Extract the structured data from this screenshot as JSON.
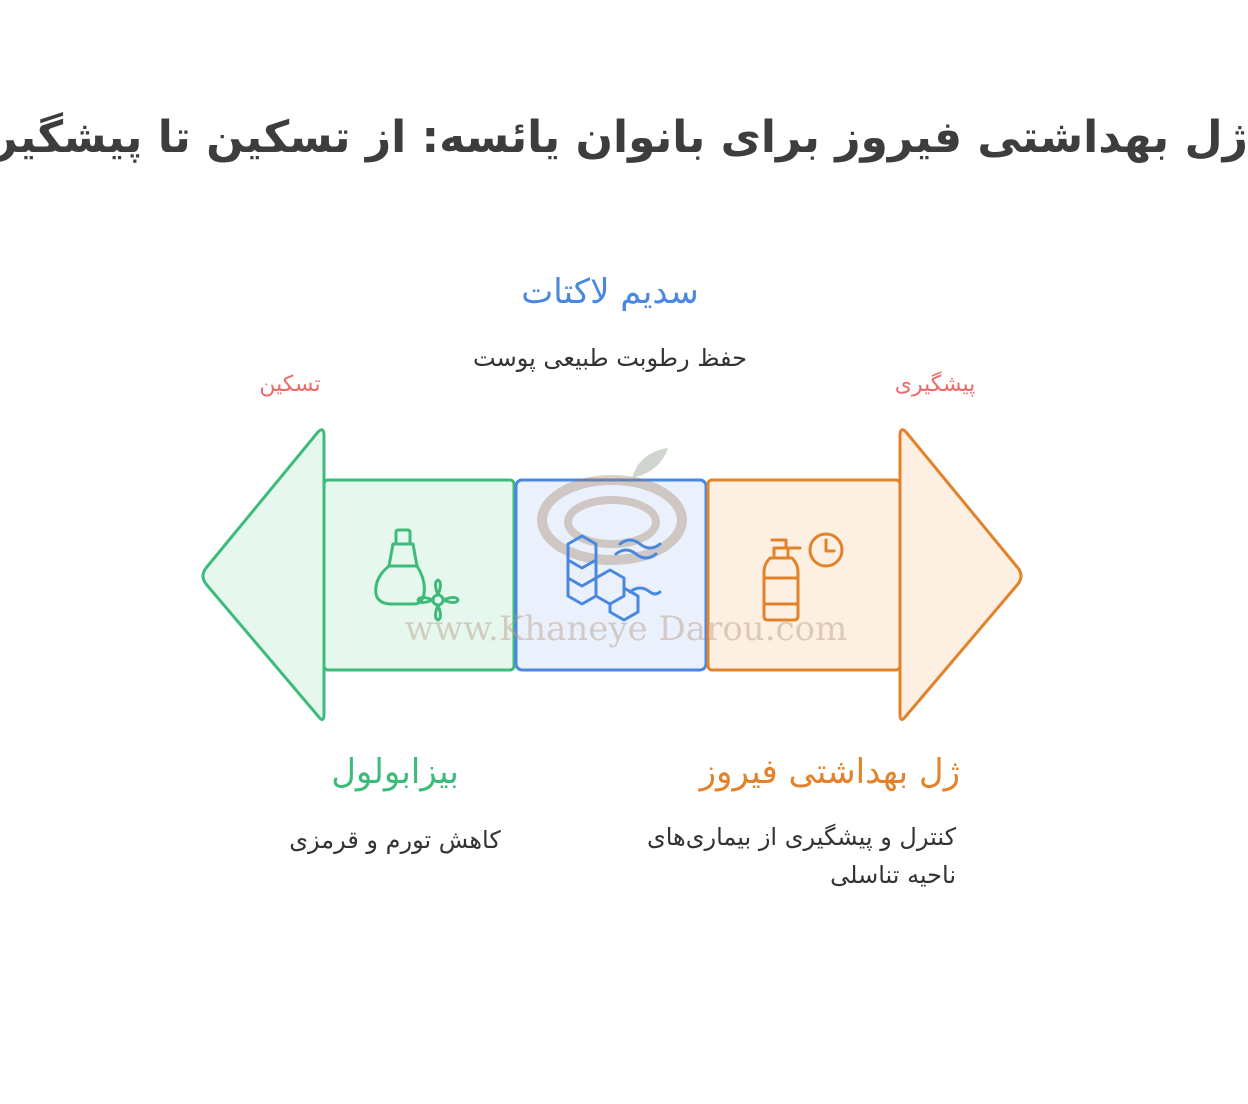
{
  "title": "ژل بهداشتی فیروز برای بانوان یائسه: از تسکین تا پیشگیری",
  "axis": {
    "left_label": "تسکین",
    "right_label": "پیشگیری"
  },
  "items": {
    "left": {
      "heading": "بیزابولول",
      "description": "کاهش تورم و قرمزی",
      "icon": "brush-flower-icon",
      "color": "#3dbb7a",
      "fill": "#e6f8ee"
    },
    "middle": {
      "heading": "سدیم لاکتات",
      "description": "حفظ رطوبت طبیعی پوست",
      "icon": "hexagon-water-icon",
      "color": "#4a87e0",
      "fill": "#eaf1fd"
    },
    "right": {
      "heading": "ژل بهداشتی فیروز",
      "description": "کنترل و پیشگیری از بیماری‌های ناحیه تناسلی",
      "icon": "spray-bottle-clock-icon",
      "color": "#e2822a",
      "fill": "#fdf0e2"
    }
  },
  "watermark": {
    "text": "www.Khaneye Darou.com",
    "icon": "leaf-swirl-logo-icon"
  },
  "colors": {
    "title": "#3d3d3d",
    "axis_label": "#ee6a6a",
    "body_text": "#333333"
  }
}
